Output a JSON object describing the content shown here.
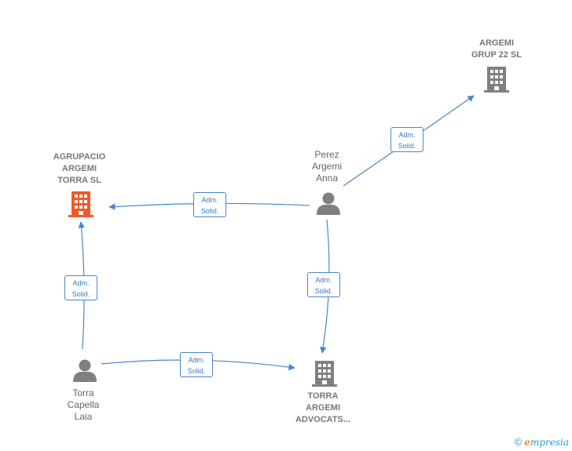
{
  "nodes": {
    "agrupacio": {
      "lines": [
        "AGRUPACIO",
        "ARGEMI",
        "TORRA  SL"
      ],
      "type": "company",
      "color": "#f05a28"
    },
    "argemi_grup": {
      "lines": [
        "ARGEMI",
        "GRUP 22  SL"
      ],
      "type": "company",
      "color": "#808080"
    },
    "perez": {
      "lines": [
        "Perez",
        "Argemi",
        "Anna"
      ],
      "type": "person",
      "color": "#808080"
    },
    "torra_capella": {
      "lines": [
        "Torra",
        "Capella",
        "Laia"
      ],
      "type": "person",
      "color": "#808080"
    },
    "torra_advocats": {
      "lines": [
        "TORRA",
        "ARGEMI",
        "ADVOCATS..."
      ],
      "type": "company",
      "color": "#808080"
    }
  },
  "edges": {
    "perez_to_argemi_grup": {
      "line1": "Adm.",
      "line2": "Solid."
    },
    "perez_to_agrupacio": {
      "line1": "Adm.",
      "line2": "Solid."
    },
    "perez_to_torra_advocats": {
      "line1": "Adm.",
      "line2": "Solid."
    },
    "torra_capella_to_agrupacio": {
      "line1": "Adm.",
      "line2": "Solid."
    },
    "torra_capella_to_torra_advocats": {
      "line1": "Adm.",
      "line2": "Solid."
    }
  },
  "colors": {
    "edge": "#4a86c8",
    "highlight": "#f05a28",
    "icon": "#808080"
  },
  "brand": {
    "copyright": "©",
    "initial": "e",
    "rest": "mpresia"
  }
}
